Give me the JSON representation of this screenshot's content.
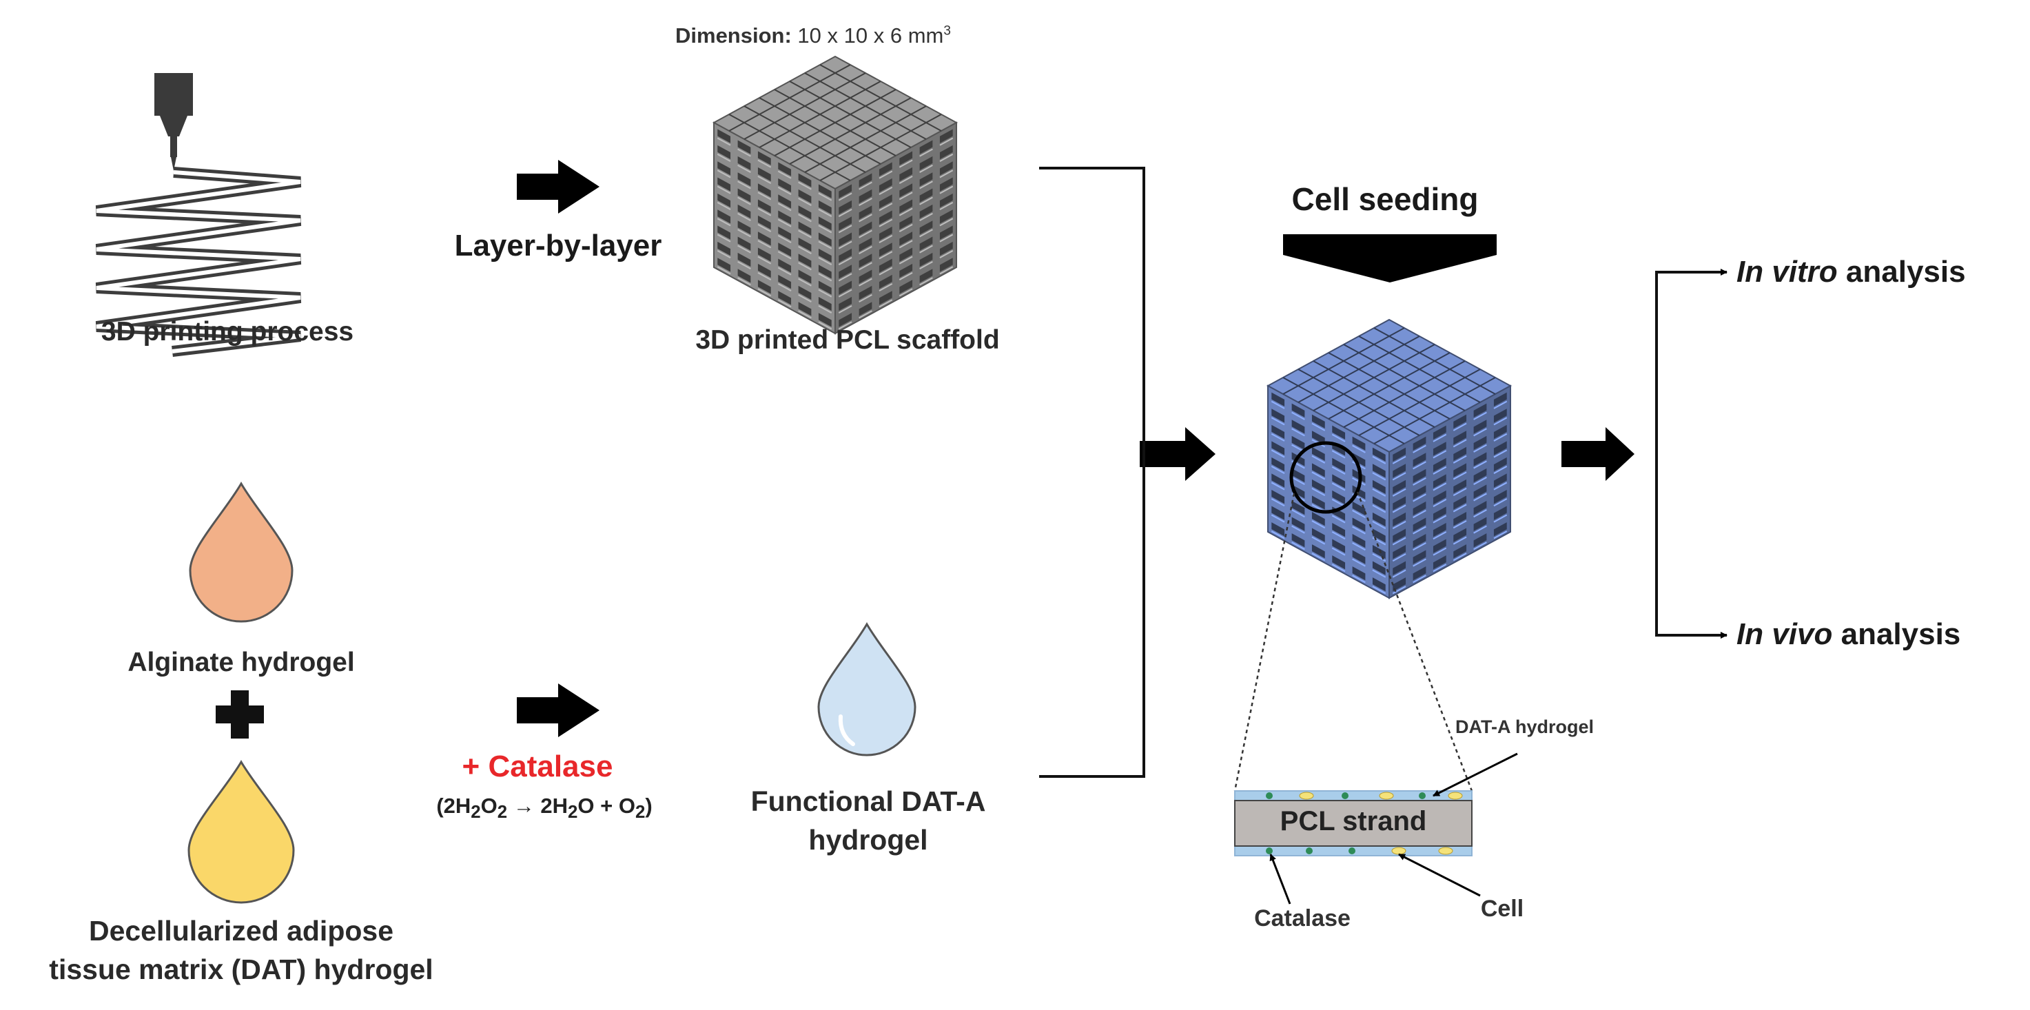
{
  "dimension": {
    "label": "Dimension:",
    "value": "10 x 10 x 6 mm",
    "sup": "3"
  },
  "printing_label": "3D printing process",
  "layer_label": "Layer-by-layer",
  "scaffold_label": "3D printed PCL scaffold",
  "cell_seeding_label": "Cell seeding",
  "in_vitro": {
    "italic": "In vitro",
    "rest": " analysis"
  },
  "in_vivo": {
    "italic": "In vivo",
    "rest": " analysis"
  },
  "alginate_label": "Alginate hydrogel",
  "dat_label_line1": "Decellularized adipose",
  "dat_label_line2": "tissue matrix (DAT) hydrogel",
  "catalase_label": "+ Catalase",
  "reaction": {
    "a": "(2H",
    "a_sub": "2",
    "b": "O",
    "b_sub": "2",
    "c": " → 2H",
    "c_sub": "2",
    "d": "O + O",
    "d_sub": "2",
    "e": ")"
  },
  "functional_line1": "Functional DAT-A",
  "functional_line2": "hydrogel",
  "inset": {
    "dat_a_label": "DAT-A hydrogel",
    "pcl_strand": "PCL strand",
    "catalase": "Catalase",
    "cell": "Cell"
  },
  "colors": {
    "scaffold_gray": "#8d8d8d",
    "scaffold_blue": "#6a82bd",
    "alginate_drop": "#f2b088",
    "dat_drop": "#fad769",
    "functional_drop": "#cfe2f3",
    "catalase_red": "#e8272a",
    "hydrogel_layer": "#a9cdea",
    "strand_gray": "#bdb8b5"
  }
}
